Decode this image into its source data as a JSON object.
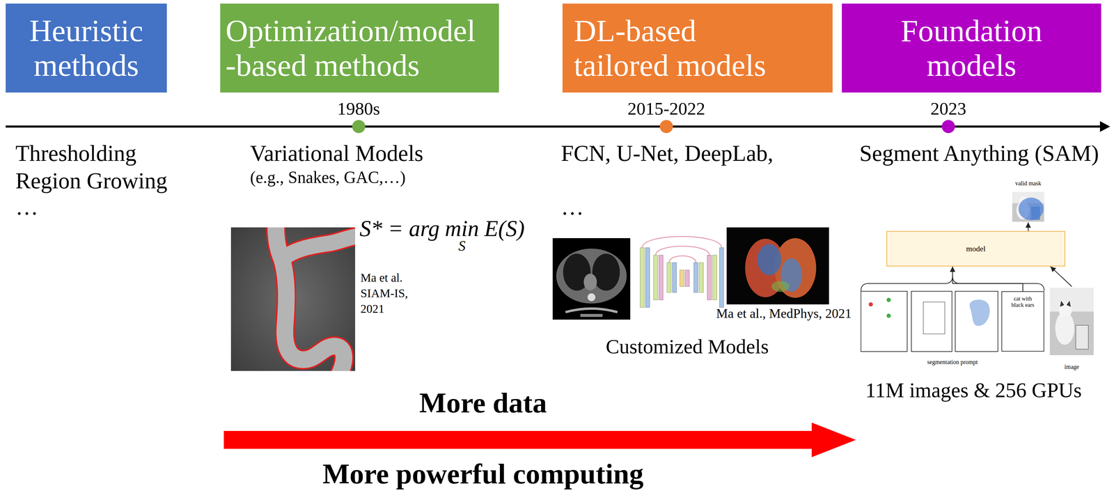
{
  "diagram": {
    "nodes": [
      {
        "text": [
          "Heuristic methods"
        ]
      },
      {
        "text": [
          "Optimization/model -based methods"
        ]
      },
      {
        "text": [
          "DL-based tailored models"
        ]
      },
      {
        "text": [
          "Foundation models"
        ]
      },
      {
        "text": [
          "valid mask"
        ]
      },
      {
        "text": [
          "model"
        ]
      },
      {
        "text": [
          "cat with black ears"
        ]
      },
      {
        "text": [
          "image"
        ]
      }
    ],
    "edges": [
      {
        "from": 5,
        "to": 4,
        "arrow": "to"
      },
      {
        "from": 6,
        "to": 5,
        "arrow": "to"
      },
      {
        "from": 7,
        "to": 5,
        "arrow": "to"
      }
    ],
    "labels": [
      "1980s",
      "2015-2022",
      "2023",
      "Thresholding",
      "Region Growing",
      "…",
      "Variational Models",
      "(e.g., Snakes, GAC,…)",
      "S* = arg",
      "min",
      "S",
      "E(S)",
      "Ma et al. SIAM-IS, 2021",
      "FCN, U-Net, DeepLab,",
      "…",
      "Ma et al., MedPhys, 2021",
      "Customized Models",
      "Segment Anything (SAM)",
      "segmentation prompt",
      "11M images & 256 GPUs",
      "More data",
      "More powerful computing"
    ]
  }
}
